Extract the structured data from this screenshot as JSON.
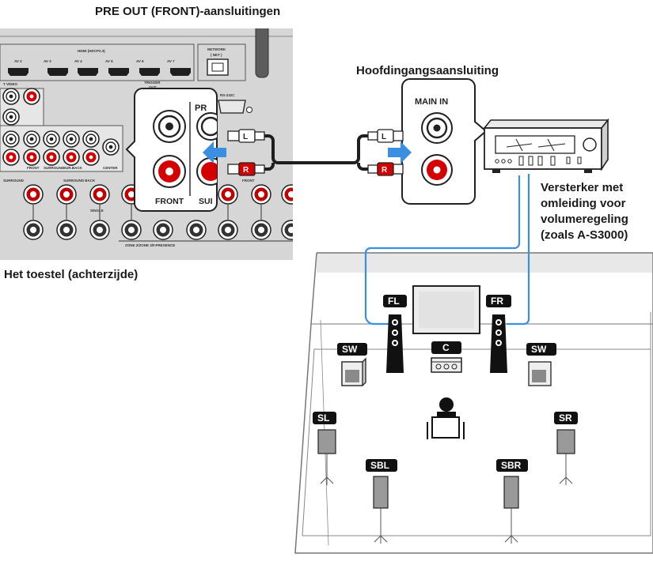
{
  "captions": {
    "pre_out": "PRE OUT (FRONT)-aansluitingen",
    "main_input": "Hoofdingangsaansluiting",
    "device_rear": "Het toestel (achterzijde)",
    "amplifier": [
      "Versterker met",
      "omleiding voor",
      "volumeregeling",
      "(zoals A-S3000)"
    ]
  },
  "receiver_panel": {
    "hdmi_header": "HDMI (HDCP2.3)",
    "hdmi_ports": [
      "AV 2",
      "AV 3",
      "AV 4",
      "AV 5",
      "AV 6",
      "AV 7"
    ],
    "network": "NETWORK",
    "network_sub": "( NET )",
    "video": "T VIDEO",
    "trigger": "TRIGGER",
    "trigger_out": "OUT",
    "rs232c": "RS-232C",
    "pre_out": "PRE OUT",
    "single": "(SINGLE)",
    "front_hdr": "(FRONT)",
    "jack_labels": [
      "FRONT",
      "SURROUND",
      "SUR.BACK",
      "CENTER"
    ],
    "surround": "SURROUND",
    "surround_back": "SURROUND BACK",
    "front": "FRONT",
    "single_lbl": "SINGLE",
    "zone": "ZONE 2/ZONE 3/F.PRESENCE"
  },
  "zoom_callout": {
    "header": "PR",
    "label": "FRONT",
    "label_clipped": "SUI"
  },
  "main_in_panel": {
    "label": "MAIN IN"
  },
  "cable": {
    "left_plug": "L",
    "right_plug": "R"
  },
  "room": {
    "speakers": [
      "FL",
      "FR",
      "C",
      "SW",
      "SW",
      "SL",
      "SR",
      "SBL",
      "SBR"
    ]
  },
  "colors": {
    "accent_blue": "#3a8fe0",
    "red_jack": "#d40000",
    "panel_gray": "#d6d6d6",
    "label_black": "#1a1a1a"
  }
}
